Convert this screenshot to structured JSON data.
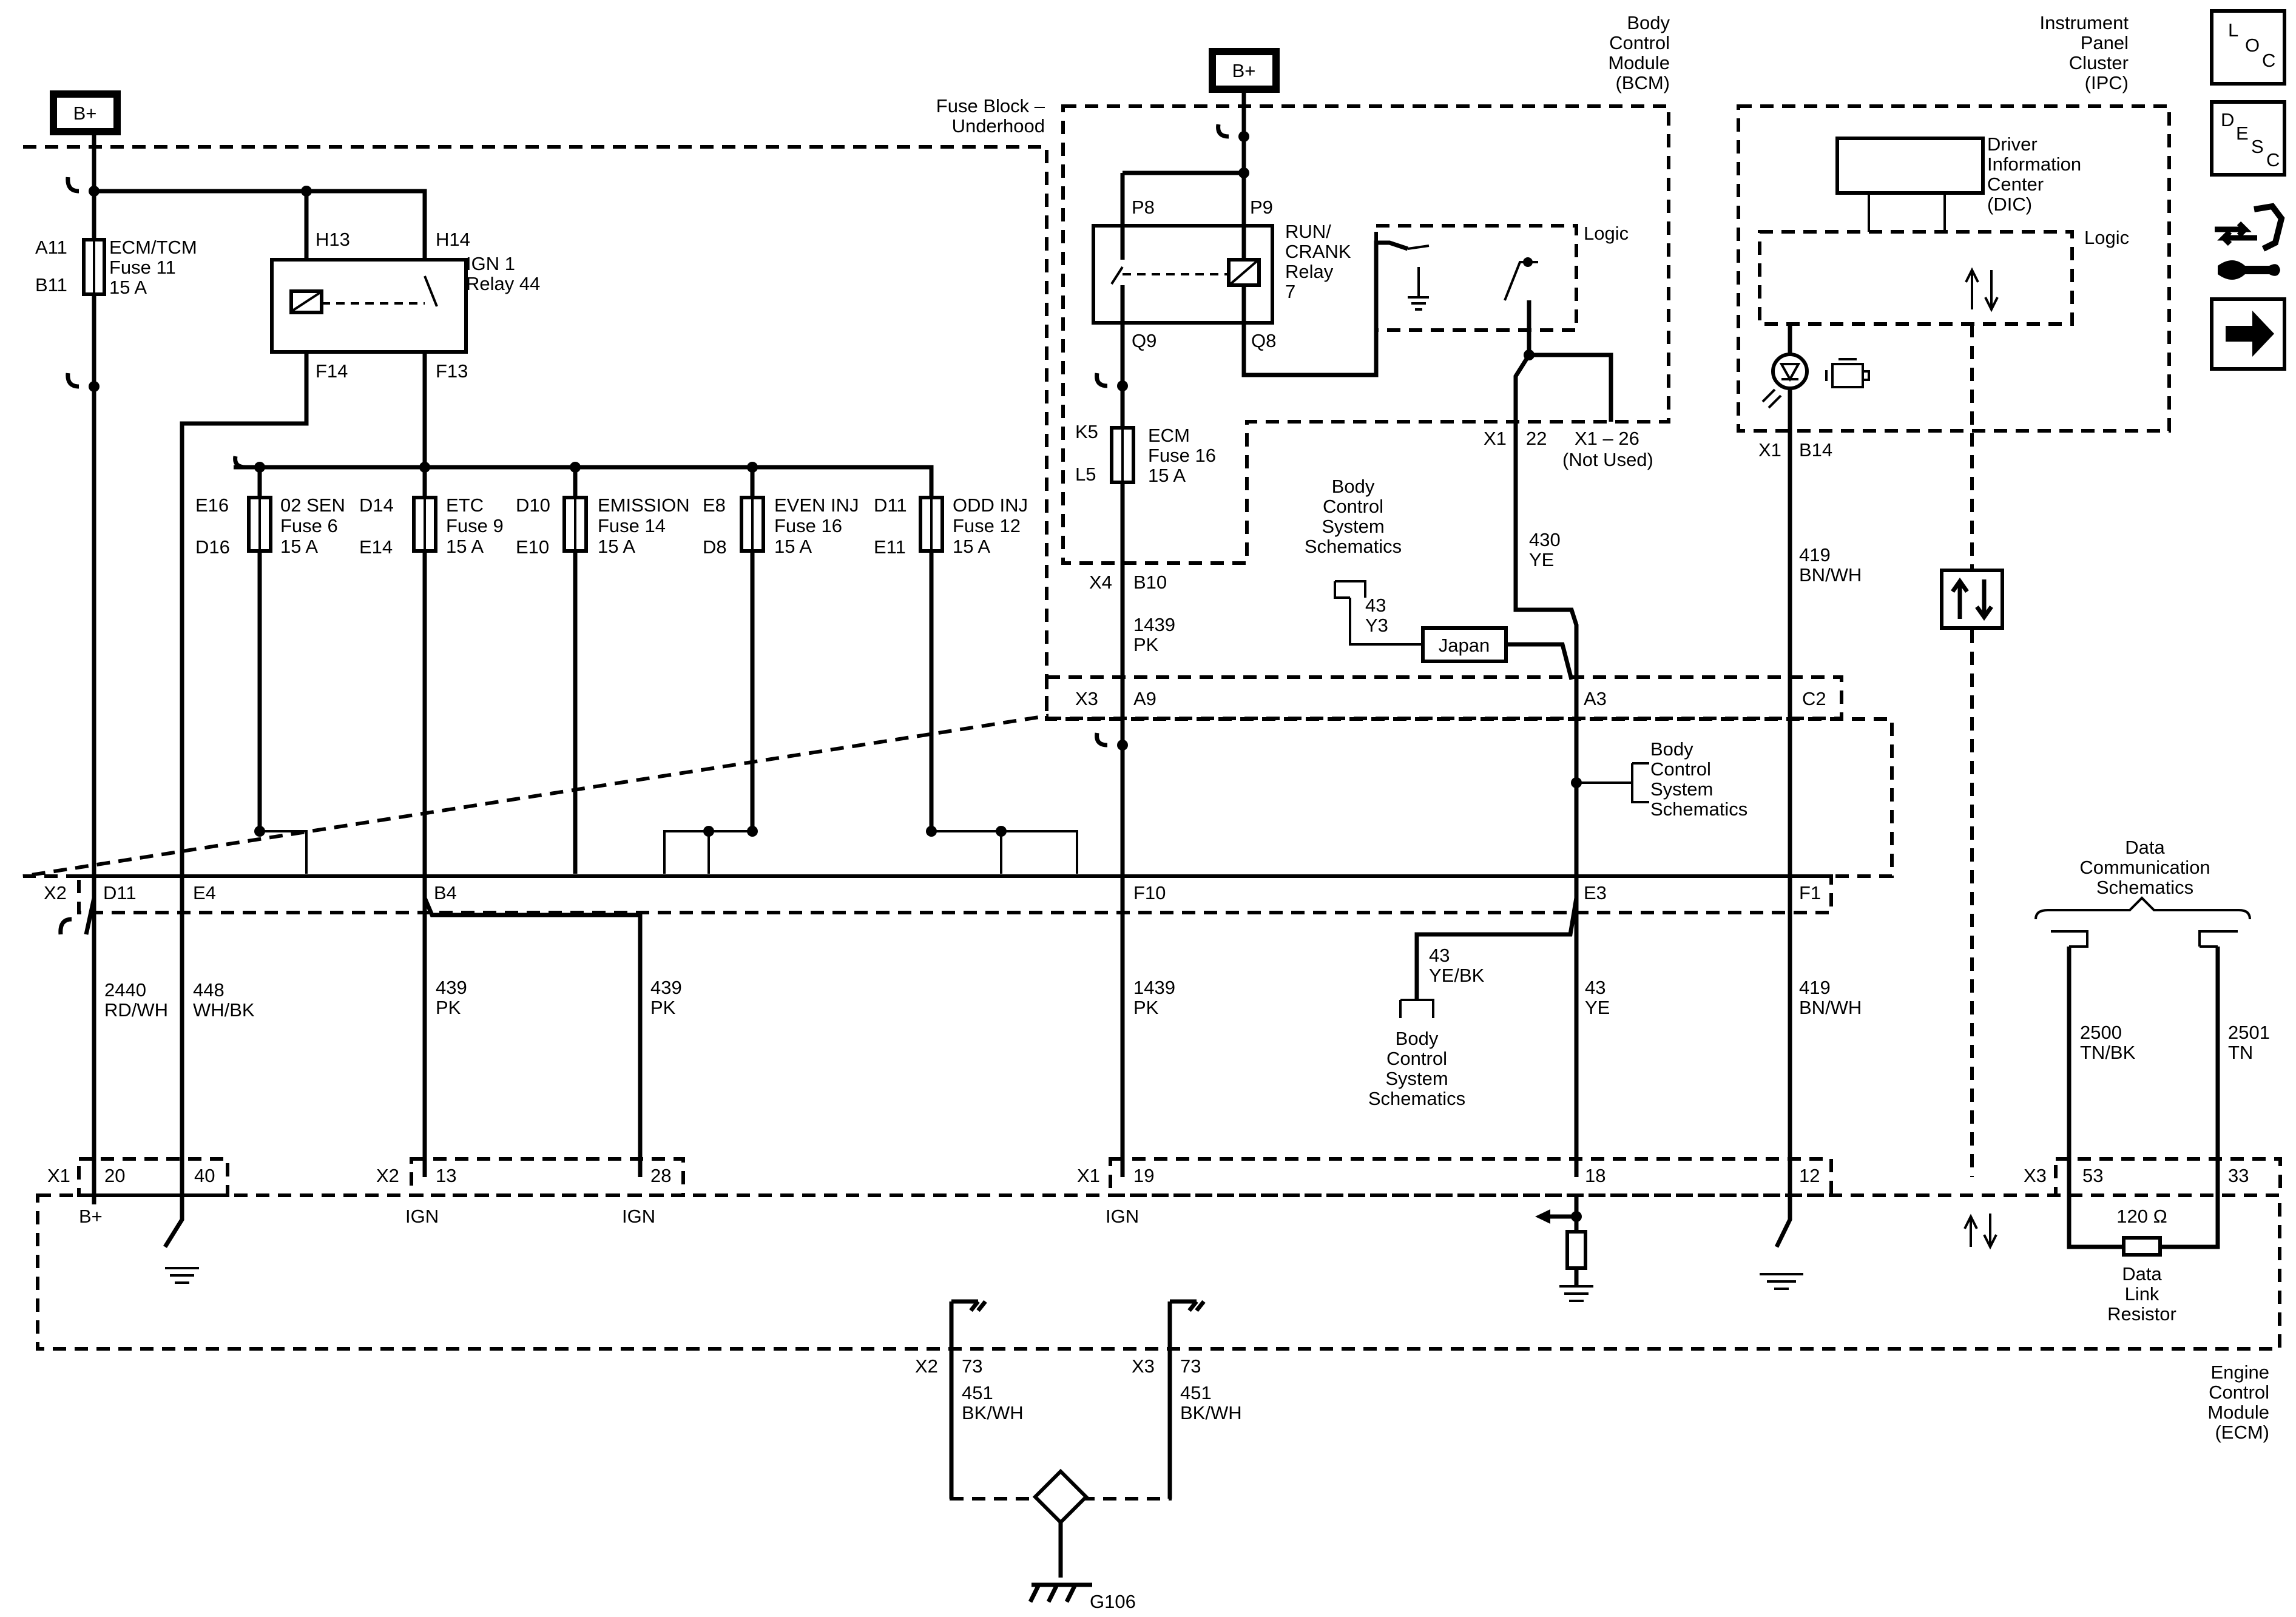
{
  "supply": {
    "b_plus_left": "B+",
    "b_plus_bcm": "B+"
  },
  "modules": {
    "fuse_block": [
      "Fuse Block –",
      "Underhood"
    ],
    "bcm": [
      "Body",
      "Control",
      "Module",
      "(BCM)"
    ],
    "ipc": [
      "Instrument",
      "Panel",
      "Cluster",
      "(IPC)"
    ],
    "ecm": [
      "Engine",
      "Control",
      "Module",
      "(ECM)"
    ],
    "dic": [
      "Driver",
      "Information",
      "Center",
      "(DIC)"
    ],
    "logic_bcm": "Logic",
    "logic_ipc": "Logic"
  },
  "fuses": {
    "ecm_tcm": {
      "pin_top": "A11",
      "pin_bottom": "B11",
      "lines": [
        "ECM/TCM",
        "Fuse 11",
        "15 A"
      ]
    },
    "o2_sen": {
      "pin_top": "E16",
      "pin_bottom": "D16",
      "lines": [
        "02 SEN",
        "Fuse 6",
        "15 A"
      ]
    },
    "etc": {
      "pin_top": "D14",
      "pin_bottom": "E14",
      "lines": [
        "ETC",
        "Fuse 9",
        "15 A"
      ]
    },
    "emission": {
      "pin_top": "D10",
      "pin_bottom": "E10",
      "lines": [
        "EMISSION",
        "Fuse 14",
        "15 A"
      ]
    },
    "even_inj": {
      "pin_top": "E8",
      "pin_bottom": "D8",
      "lines": [
        "EVEN INJ",
        "Fuse 16",
        "15 A"
      ]
    },
    "odd_inj": {
      "pin_top": "D11",
      "pin_bottom": "E11",
      "lines": [
        "ODD INJ",
        "Fuse 12",
        "15 A"
      ]
    },
    "ecm_bcm": {
      "pin_top": "K5",
      "pin_bottom": "L5",
      "lines": [
        "ECM",
        "Fuse 16",
        "15 A"
      ]
    }
  },
  "relays": {
    "ign1": {
      "pins": [
        "H13",
        "H14",
        "F14",
        "F13"
      ],
      "lines": [
        "IGN 1",
        "Relay 44"
      ]
    },
    "run_crank": {
      "pins": [
        "P8",
        "P9",
        "Q9",
        "Q8"
      ],
      "lines": [
        "RUN/",
        "CRANK",
        "Relay",
        "7"
      ]
    }
  },
  "connectors": {
    "fb_x2": "X2",
    "fb_d11": "D11",
    "fb_e4": "E4",
    "fb_b4": "B4",
    "fb_f10": "F10",
    "fb_e3": "E3",
    "fb_f1": "F1",
    "bcm_x4": "X4",
    "bcm_b10": "B10",
    "bcm_x3": "X3",
    "bcm_a9": "A9",
    "bcm_a3": "A3",
    "bcm_c2": "C2",
    "bcm_x1": "X1",
    "bcm_22": "22",
    "bcm_x1_26": "X1 – 26",
    "bcm_not_used": "(Not Used)",
    "ipc_x1": "X1",
    "ipc_b14": "B14",
    "ecm_x1a": "X1",
    "ecm_20": "20",
    "ecm_40": "40",
    "ecm_x2": "X2",
    "ecm_13": "13",
    "ecm_28": "28",
    "ecm_x1b": "X1",
    "ecm_19": "19",
    "ecm_18": "18",
    "ecm_12": "12",
    "ecm_x3": "X3",
    "ecm_53": "53",
    "ecm_33": "33",
    "gnd_x2": "X2",
    "gnd_x2_73": "73",
    "gnd_x3": "X3",
    "gnd_x3_73": "73"
  },
  "wires": {
    "w2440": [
      "2440",
      "RD/WH"
    ],
    "w448": [
      "448",
      "WH/BK"
    ],
    "w439a": [
      "439",
      "PK"
    ],
    "w439b": [
      "439",
      "PK"
    ],
    "w1439_top": [
      "1439",
      "PK"
    ],
    "w1439_bot": [
      "1439",
      "PK"
    ],
    "w430": [
      "430",
      "YE"
    ],
    "w43_y3": [
      "43",
      "Y3"
    ],
    "w43_yebk": [
      "43",
      "YE/BK"
    ],
    "w43_ye": [
      "43",
      "YE"
    ],
    "w419_top": [
      "419",
      "BN/WH"
    ],
    "w419_bot": [
      "419",
      "BN/WH"
    ],
    "w2500": [
      "2500",
      "TN/BK"
    ],
    "w2501": [
      "2501",
      "TN"
    ],
    "w451a": [
      "451",
      "BK/WH"
    ],
    "w451b": [
      "451",
      "BK/WH"
    ]
  },
  "ecm_pins": {
    "bplus": "B+",
    "ign1": "IGN",
    "ign2": "IGN",
    "ign3": "IGN"
  },
  "refs": {
    "bcs1": [
      "Body",
      "Control",
      "System",
      "Schematics"
    ],
    "bcs2": [
      "Body",
      "Control",
      "System",
      "Schematics"
    ],
    "bcs3": [
      "Body",
      "Control",
      "System",
      "Schematics"
    ],
    "dcs": [
      "Data",
      "Communication",
      "Schematics"
    ]
  },
  "japan": "Japan",
  "resistor": {
    "value": "120 Ω",
    "lines": [
      "Data",
      "Link",
      "Resistor"
    ]
  },
  "ground": "G106",
  "nav": {
    "loc": [
      "L",
      "O",
      "C"
    ],
    "desc": [
      "D",
      "E",
      "S",
      "C"
    ]
  }
}
